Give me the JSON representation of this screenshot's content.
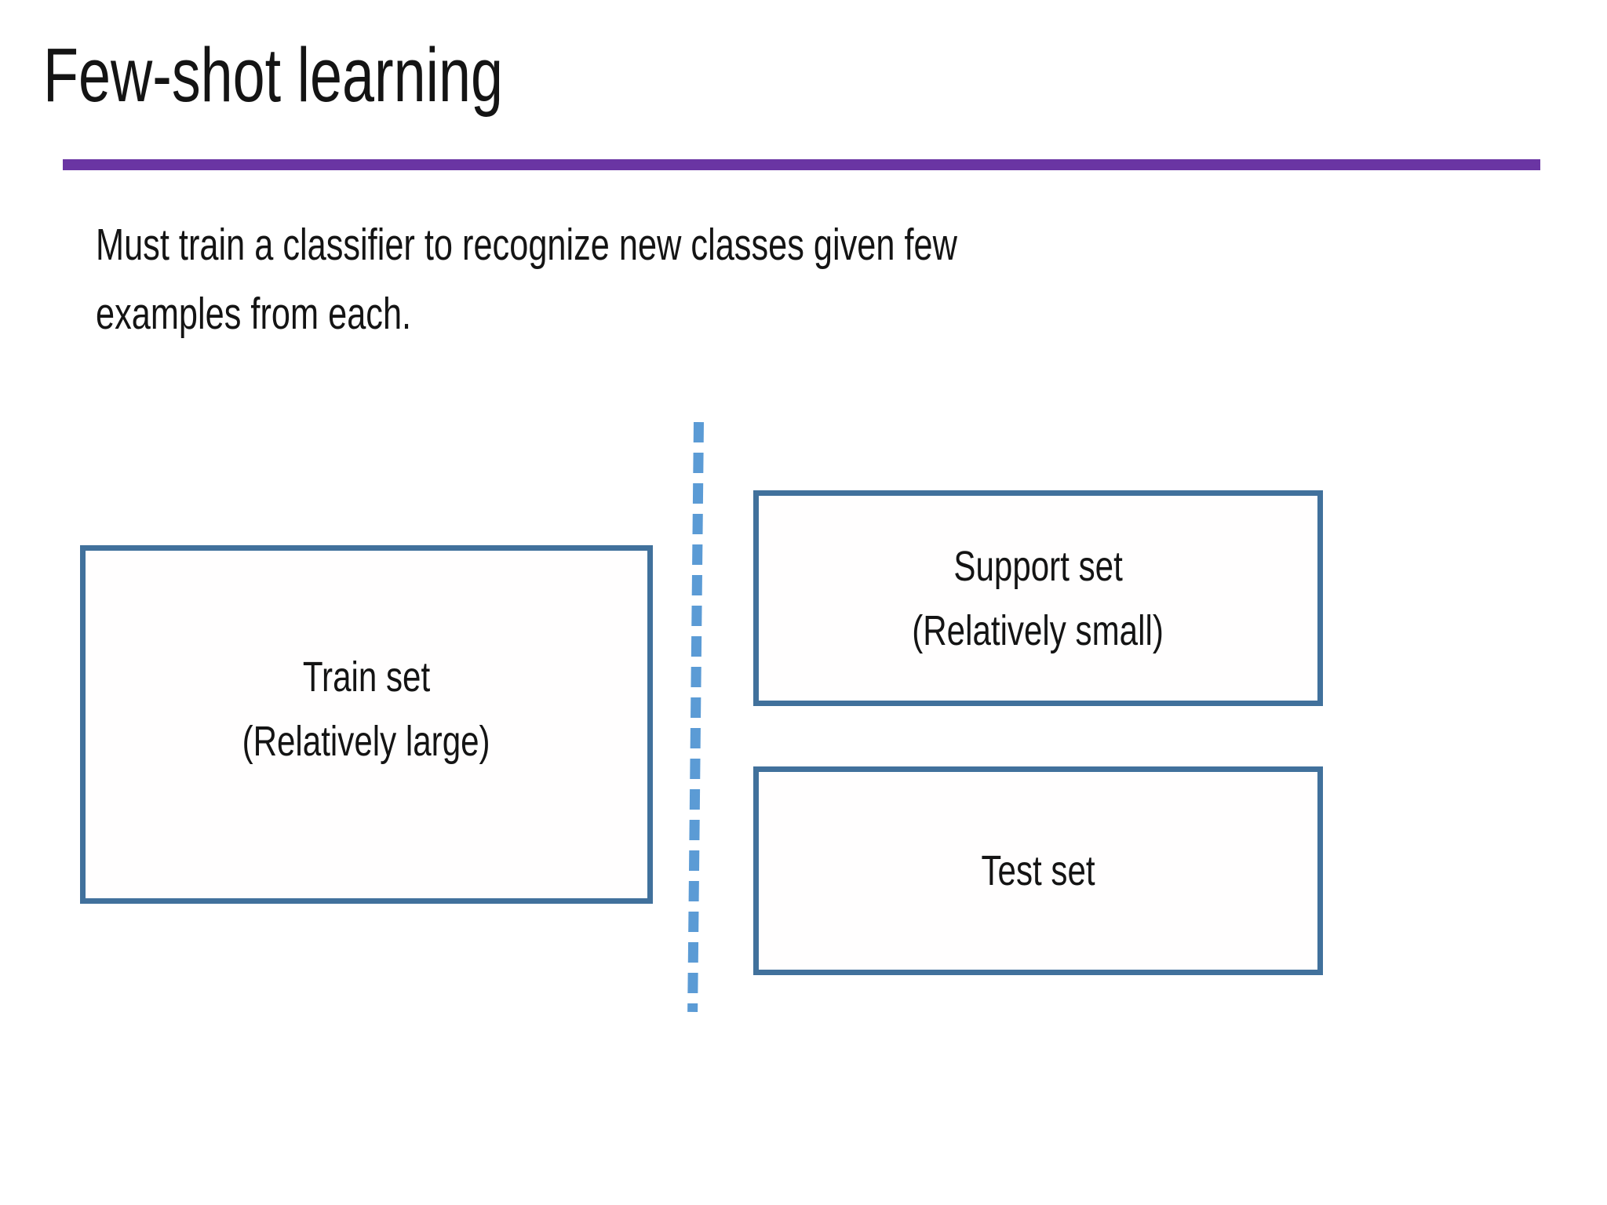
{
  "slide": {
    "title": "Few-shot learning",
    "intro": {
      "line1": "Must train a classifier to recognize new classes given few",
      "line2": "examples from each."
    },
    "diagram": {
      "train_box": {
        "line1": "Train set",
        "line2": "(Relatively large)"
      },
      "support_box": {
        "line1": "Support set",
        "line2": "(Relatively small)"
      },
      "test_box": {
        "line1": "Test set"
      }
    },
    "colors": {
      "accent_purple": "#6a35a3",
      "box_border_blue": "#41719c",
      "dashed_divider_blue": "#5b9bd5",
      "text": "#141414",
      "background": "#ffffff"
    }
  }
}
